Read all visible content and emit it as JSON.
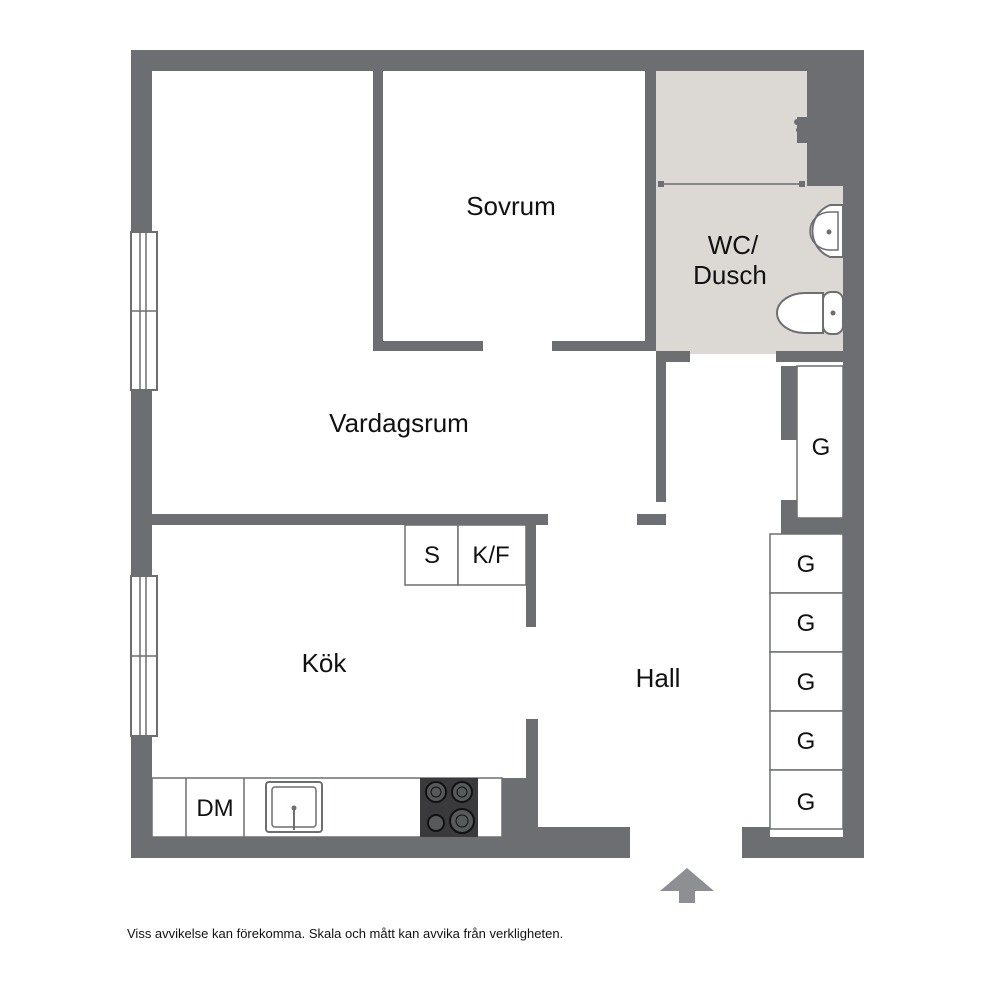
{
  "rooms": {
    "sovrum": "Sovrum",
    "wc_line1": "WC/",
    "wc_line2": "Dusch",
    "vardagsrum": "Vardagsrum",
    "kok": "Kök",
    "hall": "Hall"
  },
  "fixtures": {
    "storage": "S",
    "fridge_freezer": "K/F",
    "dishwasher": "DM",
    "closet": "G"
  },
  "disclaimer": "Viss avvikelse kan förekomma. Skala och mått kan avvika från verkligheten.",
  "colors": {
    "wall": "#6d6e71",
    "bathroom_floor": "#dcd8d4",
    "floor": "#ffffff",
    "arrow": "#8e8f92"
  }
}
